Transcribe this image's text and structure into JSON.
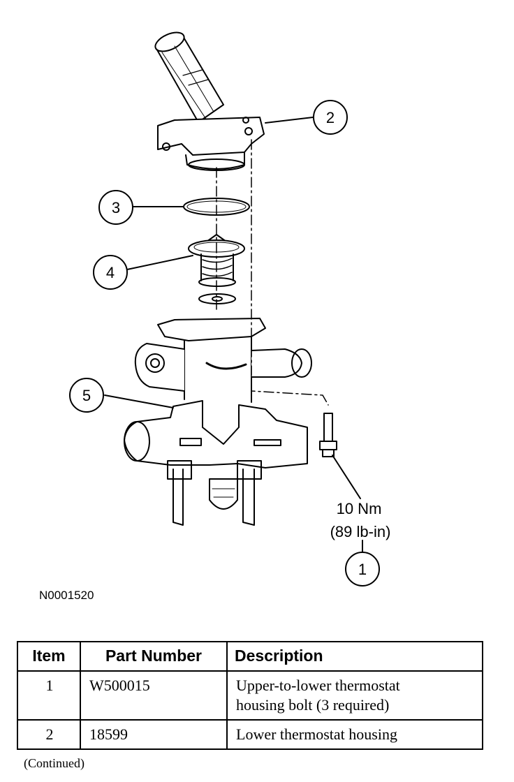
{
  "diagram": {
    "callouts": [
      "1",
      "2",
      "3",
      "4",
      "5"
    ],
    "torque_line1": "10 Nm",
    "torque_line2": "(89 lb-in)",
    "figure_id": "N0001520"
  },
  "table": {
    "headers": [
      "Item",
      "Part Number",
      "Description"
    ],
    "rows": [
      {
        "item": "1",
        "part": "W500015",
        "desc_line1": "Upper-to-lower thermostat",
        "desc_line2": "housing bolt (3 required)"
      },
      {
        "item": "2",
        "part": "18599",
        "desc_line1": "Lower thermostat housing",
        "desc_line2": ""
      }
    ]
  },
  "footer": {
    "continued": "(Continued)"
  }
}
